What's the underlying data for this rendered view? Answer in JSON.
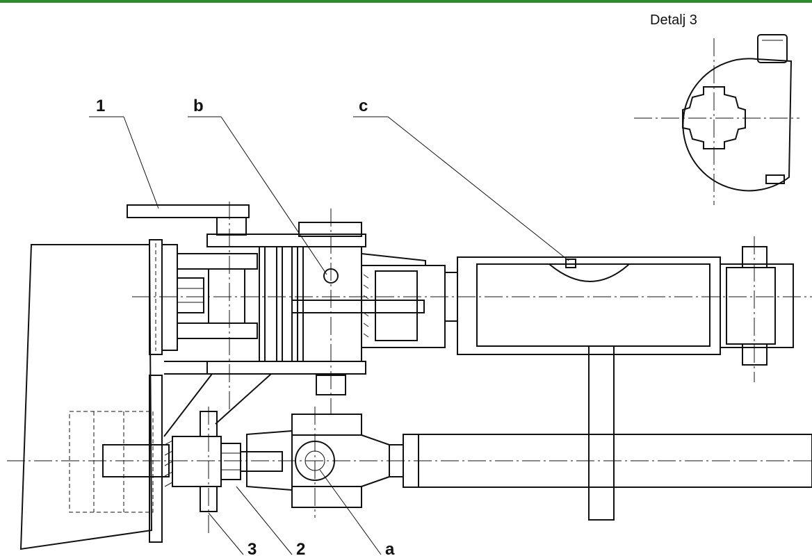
{
  "labels": {
    "detail": "Detalj 3",
    "part1": "1",
    "part2": "2",
    "part3": "3",
    "partA": "a",
    "partB": "b",
    "partC": "c"
  },
  "colors": {
    "border": "#2e8b2e",
    "line": "#111111",
    "background": "#ffffff"
  }
}
